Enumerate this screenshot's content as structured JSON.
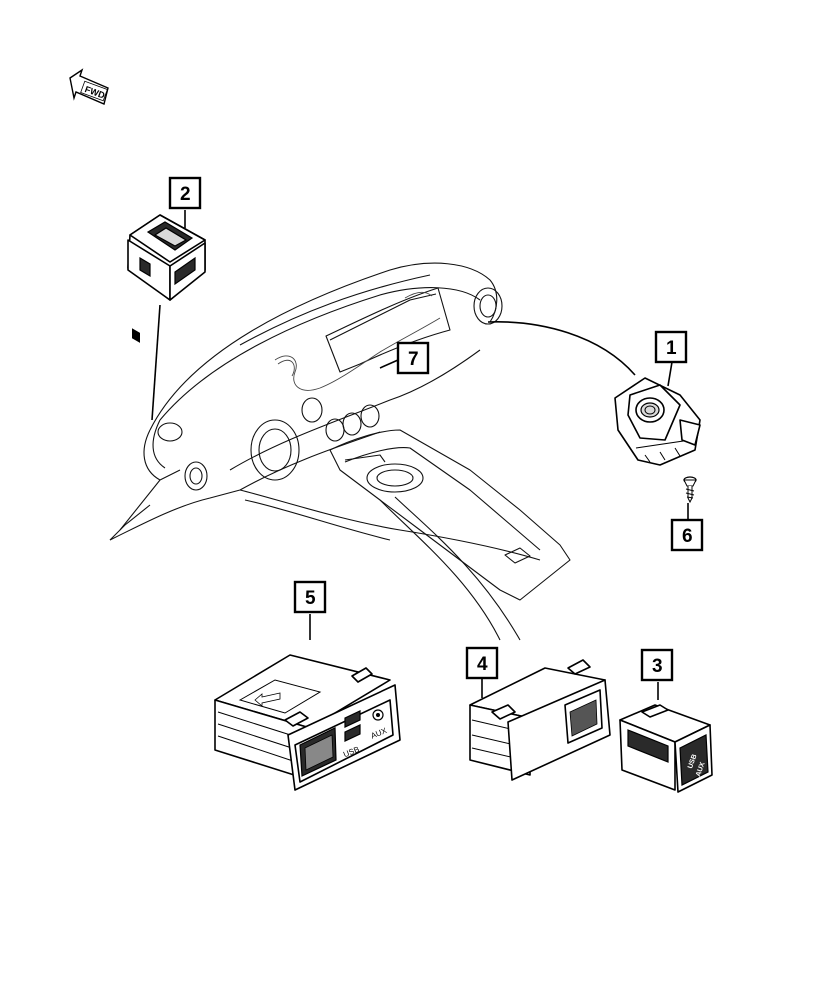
{
  "orientation": {
    "label": "FWD",
    "icon": "forward-arrow-icon"
  },
  "callouts": {
    "c1": "1",
    "c2": "2",
    "c3": "3",
    "c4": "4",
    "c5": "5",
    "c6": "6",
    "c7": "7"
  },
  "port_labels": {
    "usb": "USB",
    "aux": "AUX"
  }
}
